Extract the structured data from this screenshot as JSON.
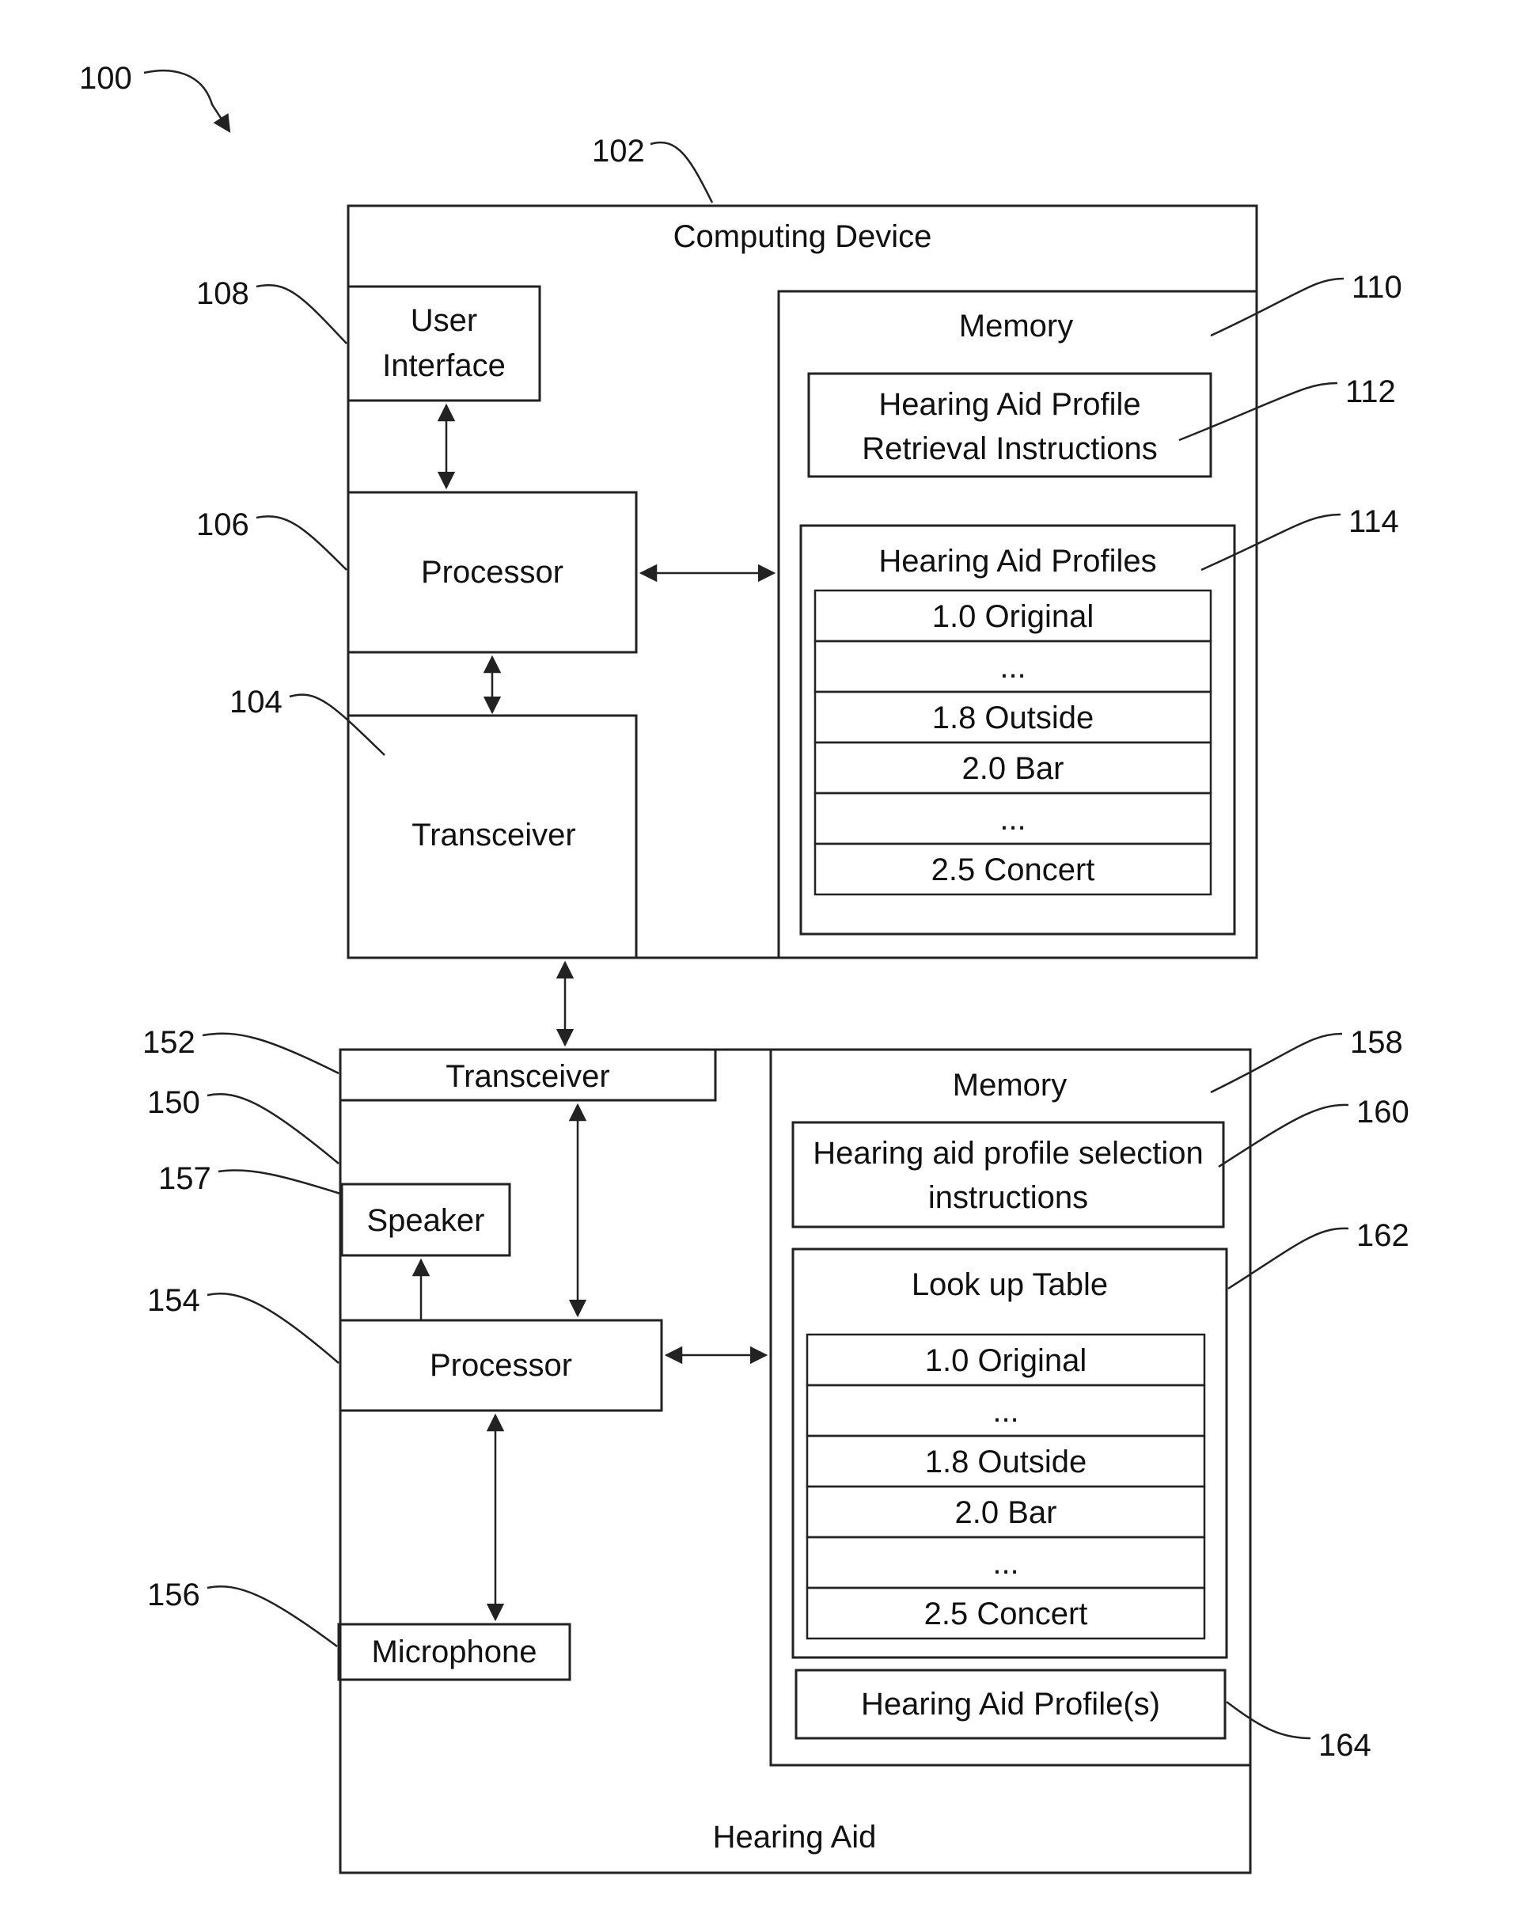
{
  "ref_numbers": {
    "system": "100",
    "computing_device": "102",
    "cd_transceiver": "104",
    "cd_processor": "106",
    "cd_user_interface": "108",
    "cd_memory": "110",
    "cd_retrieval_instructions": "112",
    "cd_profiles": "114",
    "ha_housing": "150",
    "ha_transceiver": "152",
    "ha_processor": "154",
    "ha_microphone": "156",
    "ha_speaker": "157",
    "ha_memory": "158",
    "ha_selection_instructions": "160",
    "ha_lookup_table": "162",
    "ha_profiles": "164"
  },
  "computing_device": {
    "title": "Computing Device",
    "user_interface": [
      "User",
      "Interface"
    ],
    "processor": "Processor",
    "transceiver": "Transceiver",
    "memory": {
      "title": "Memory",
      "retrieval_instructions": [
        "Hearing Aid Profile",
        "Retrieval Instructions"
      ],
      "profiles_title": "Hearing Aid Profiles",
      "profiles": [
        "1.0 Original",
        "...",
        "1.8 Outside",
        "2.0 Bar",
        "...",
        "2.5 Concert"
      ]
    }
  },
  "hearing_aid": {
    "title": "Hearing Aid",
    "transceiver": "Transceiver",
    "speaker": "Speaker",
    "processor": "Processor",
    "microphone": "Microphone",
    "memory": {
      "title": "Memory",
      "selection_instructions": [
        "Hearing aid profile selection",
        "instructions"
      ],
      "lookup_title": "Look up Table",
      "lookup_rows": [
        "1.0 Original",
        "...",
        "1.8 Outside",
        "2.0 Bar",
        "...",
        "2.5 Concert"
      ],
      "profiles": "Hearing Aid Profile(s)"
    }
  }
}
